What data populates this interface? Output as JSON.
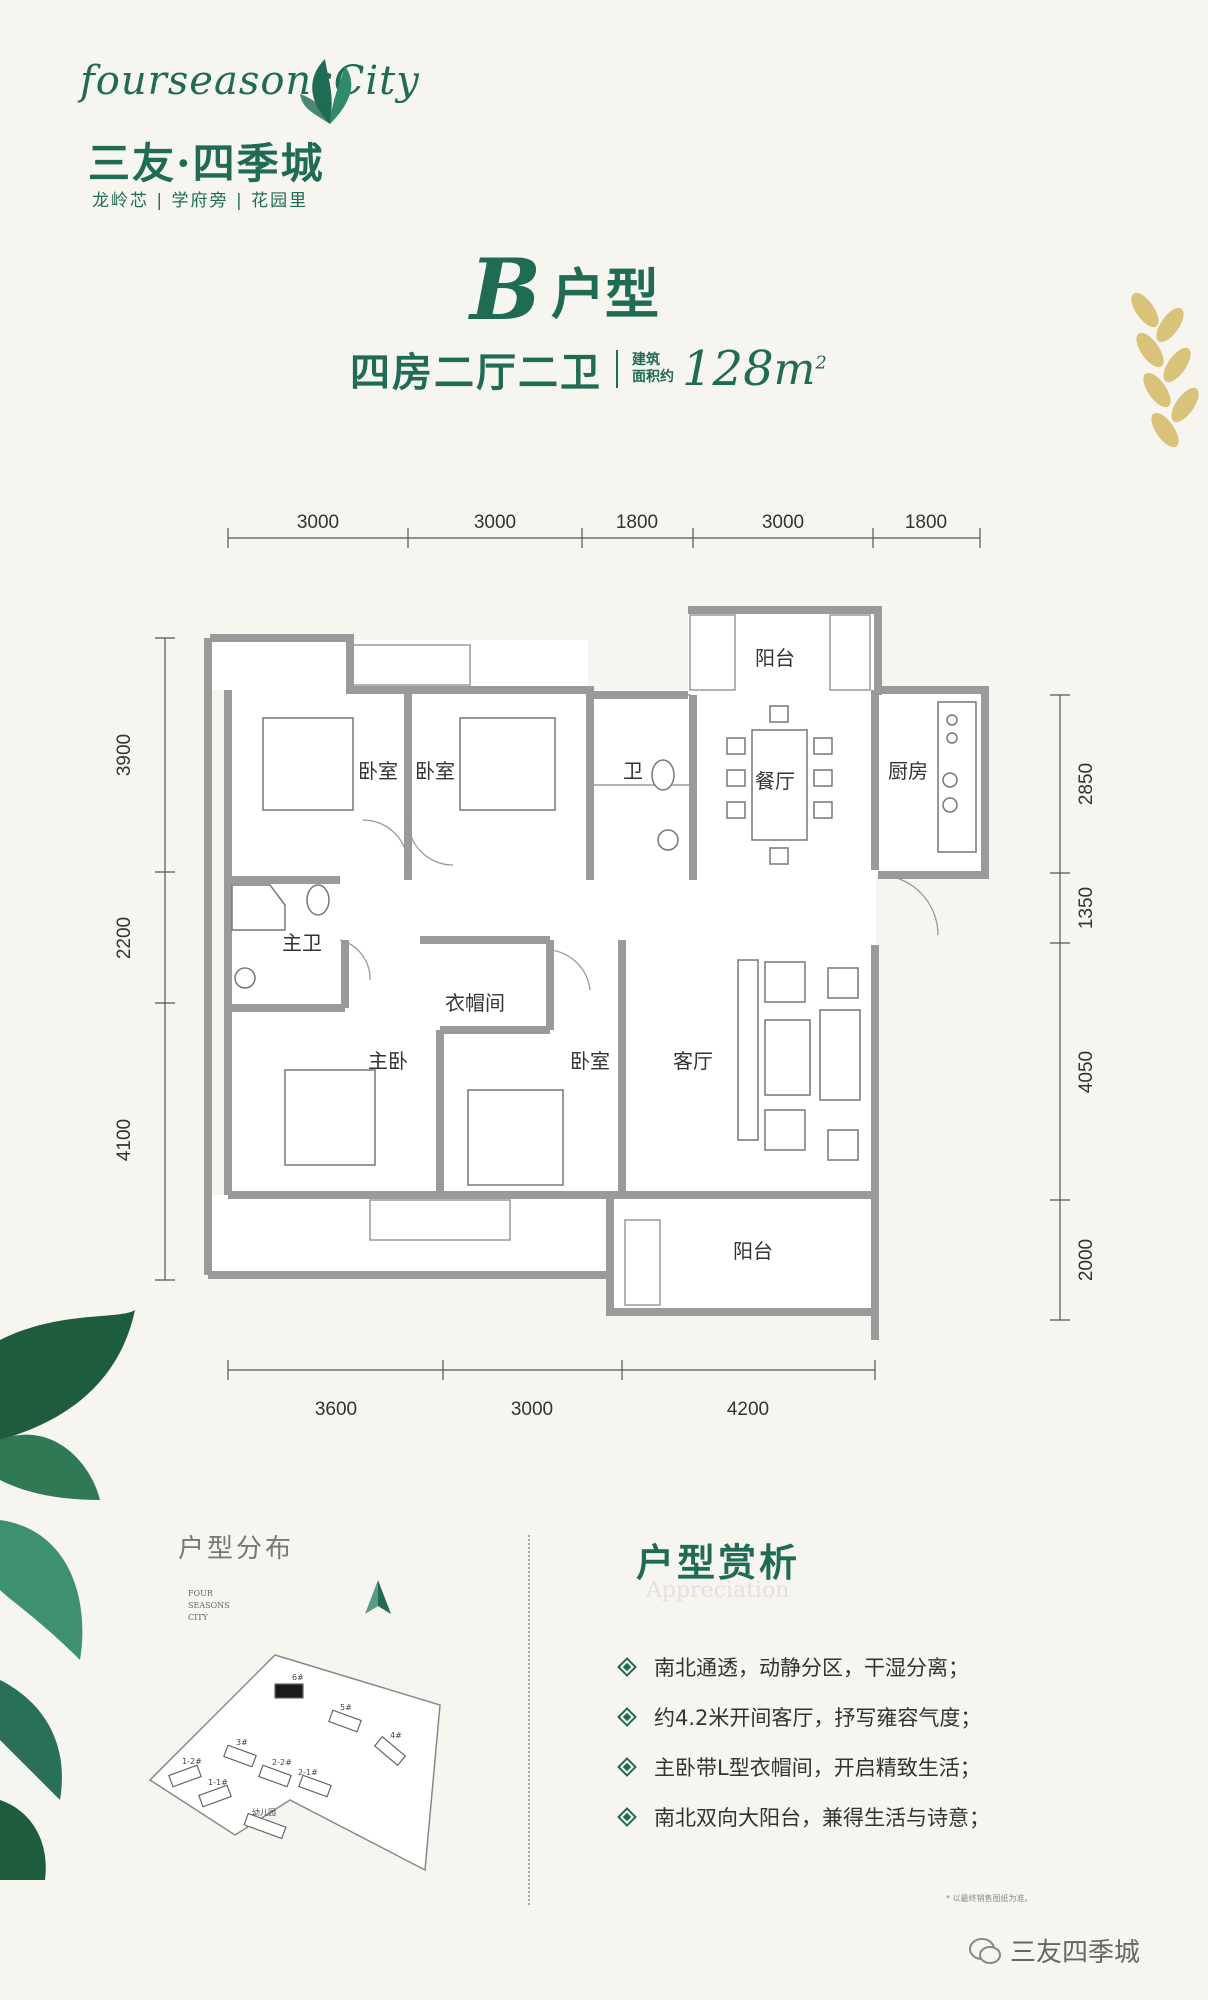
{
  "brand": {
    "script_name": "fourseasonsCity",
    "cn_name": "三友·四季城",
    "tagline": "龙岭芯 | 学府旁 | 花园里"
  },
  "title": {
    "letter": "B",
    "suffix": "户型",
    "rooms": "四房二厅二卫",
    "area_label_line1": "建筑",
    "area_label_line2": "面积约",
    "area_value": "128",
    "area_unit": "m",
    "area_unit_sup": "2"
  },
  "dimensions": {
    "top": [
      "3000",
      "3000",
      "1800",
      "3000",
      "1800"
    ],
    "bottom": [
      "3600",
      "3000",
      "4200"
    ],
    "left": [
      "3900",
      "2200",
      "4100"
    ],
    "right": [
      "2850",
      "1350",
      "4050",
      "2000"
    ]
  },
  "rooms": {
    "balcony_north": "阳台",
    "bedroom_1": "卧室",
    "bedroom_2": "卧室",
    "bathroom": "卫",
    "dining": "餐厅",
    "kitchen": "厨房",
    "master_bath": "主卫",
    "walk_in_closet": "衣帽间",
    "master_bedroom": "主卧",
    "bedroom_3": "卧室",
    "living": "客厅",
    "balcony_south": "阳台"
  },
  "distribution": {
    "title": "户型分布",
    "logo_lines": [
      "FOUR",
      "SEASONS",
      "CITY"
    ],
    "buildings": [
      "6#",
      "5#",
      "3#",
      "4#",
      "2-2#",
      "2-1#",
      "1-2#",
      "1-1#",
      "幼儿园"
    ]
  },
  "analysis": {
    "title": "户型赏析",
    "subtitle": "Appreciation",
    "features": [
      "南北通透，动静分区，干湿分离；",
      "约4.2米开间客厅，抒写雍容气度；",
      "主卧带L型衣帽间，开启精致生活；",
      "南北双向大阳台，兼得生活与诗意；"
    ]
  },
  "disclaimer": "* 以最终销售图纸为准。",
  "wechat": {
    "name": "三友四季城"
  },
  "colors": {
    "brand_green": "#1f6b53",
    "background": "#f7f5f0",
    "wall": "#9a9a9a"
  }
}
